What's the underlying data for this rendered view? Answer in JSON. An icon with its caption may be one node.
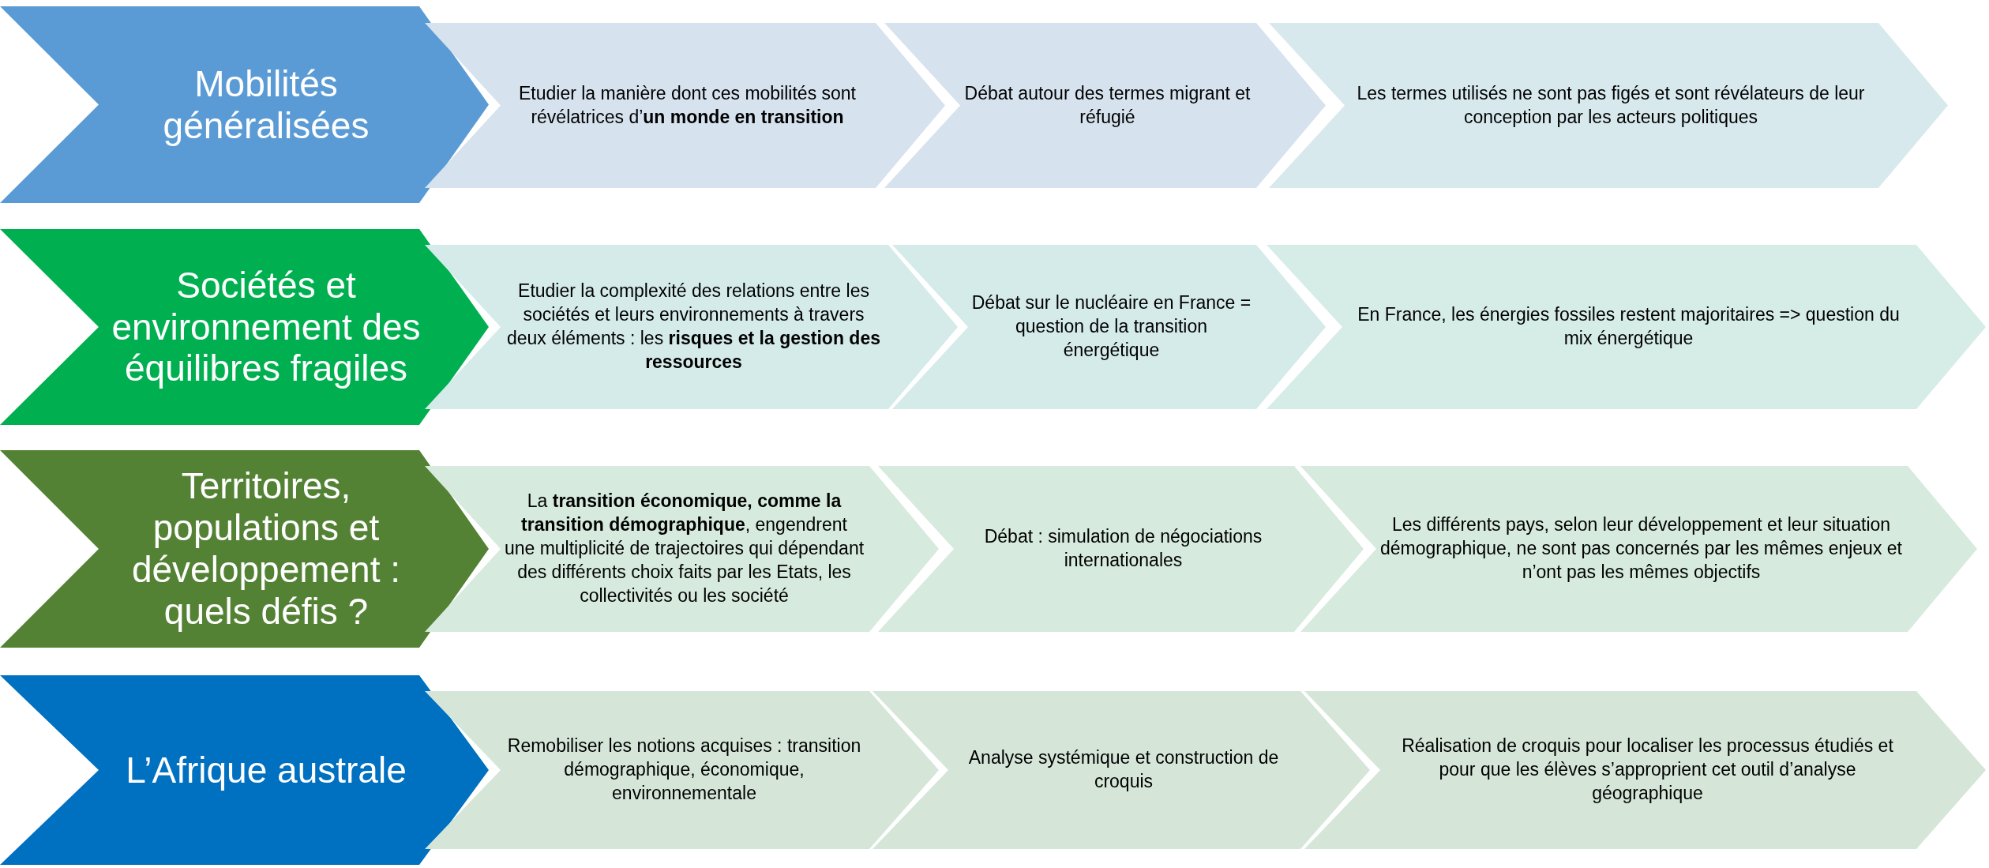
{
  "diagram": {
    "nodes": [
      {
        "text": [
          "Mobilités généralisées"
        ]
      },
      {
        "text": [
          "Etudier la manière dont ces mobilités sont révélatrices d’**un monde en transition**"
        ]
      },
      {
        "text": [
          "Débat autour des termes migrant et réfugié"
        ]
      },
      {
        "text": [
          "Les termes utilisés ne sont pas figés et sont révélateurs de leur conception par les acteurs politiques"
        ]
      },
      {
        "text": [
          "Sociétés et environnement des équilibres fragiles"
        ]
      },
      {
        "text": [
          "Etudier la complexité des relations entre les sociétés et leurs environnements à travers deux éléments : les **risques et la gestion des ressources**"
        ]
      },
      {
        "text": [
          "Débat sur le nucléaire en France = question de la transition énergétique"
        ]
      },
      {
        "text": [
          "En France, les énergies fossiles restent majoritaires => question du mix énergétique"
        ]
      },
      {
        "text": [
          "Territoires, populations et développement : quels défis ?"
        ]
      },
      {
        "text": [
          "La **transition économique, comme la transition démographique**, engendrent une multiplicité de trajectoires qui dépendant des différents choix faits par les Etats, les collectivités ou les société"
        ]
      },
      {
        "text": [
          "Débat : simulation de négociations internationales"
        ]
      },
      {
        "text": [
          "Les différents pays, selon leur développement et leur situation démographique, ne sont pas concernés par les mêmes enjeux et n’ont pas les mêmes objectifs"
        ]
      },
      {
        "text": [
          "L’Afrique australe"
        ]
      },
      {
        "text": [
          "Remobiliser les notions acquises : transition démographique, économique, environnementale"
        ]
      },
      {
        "text": [
          "Analyse systémique et construction de croquis"
        ]
      },
      {
        "text": [
          "Réalisation de croquis pour localiser les processus étudiés et pour que les élèves s’approprient cet outil d’analyse géographique"
        ]
      }
    ]
  }
}
